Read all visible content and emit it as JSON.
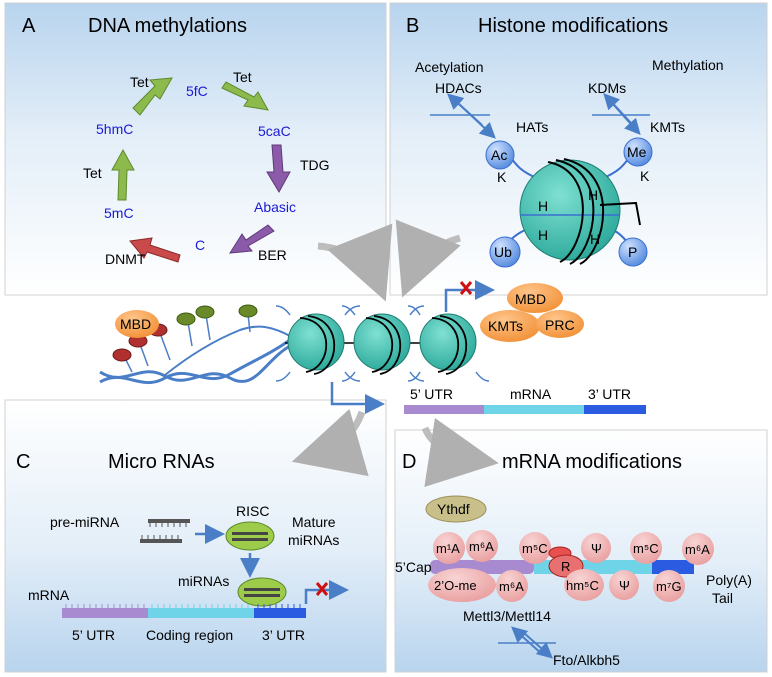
{
  "panels": {
    "a": {
      "letter": "A",
      "title": "DNA methylations",
      "cycle": {
        "fc": "5fC",
        "cac": "5caC",
        "abasic": "Abasic",
        "c": "C",
        "mc": "5mC",
        "hmc": "5hmC"
      },
      "enzymes": {
        "tet_top_left": "Tet",
        "tet_top_right": "Tet",
        "tdg": "TDG",
        "ber": "BER",
        "dnmt": "DNMT",
        "tet_left": "Tet"
      }
    },
    "b": {
      "letter": "B",
      "title": "Histone modifications",
      "acetylation": "Acetylation",
      "hdacs": "HDACs",
      "hats": "HATs",
      "methylation": "Methylation",
      "kdms": "KDMs",
      "kmts": "KMTs",
      "ac": "Ac",
      "me": "Me",
      "ub": "Ub",
      "p": "P",
      "k_left": "K",
      "k_right": "K",
      "h": "H"
    },
    "middle": {
      "mbd_left": "MBD",
      "mbd_right": "MBD",
      "kmts": "KMTs",
      "prc": "PRC",
      "utr5": "5’ UTR",
      "mrna": "mRNA",
      "utr3": "3’ UTR"
    },
    "c": {
      "letter": "C",
      "title": "Micro RNAs",
      "pre_mirna": "pre-miRNA",
      "risc": "RISC",
      "mature_1": "Mature",
      "mature_2": "miRNAs",
      "mirnas": "miRNAs",
      "mrna": "mRNA",
      "utr5": "5’ UTR",
      "coding": "Coding region",
      "utr3": "3’ UTR"
    },
    "d": {
      "letter": "D",
      "title": "mRNA modifications",
      "ythdf": "Ythdf",
      "cap": "5’Cap",
      "polya_1": "Poly(A)",
      "polya_2": "Tail",
      "writers": "Mettl3/Mettl14",
      "erasers": "Fto/Alkbh5",
      "r": "R",
      "mods_top": [
        "m¹A",
        "m⁶A",
        "m⁵C",
        "Ψ",
        "m⁵C",
        "m⁶A"
      ],
      "mods_bottom": [
        "2’O-me",
        "m⁶A",
        "hm⁵C",
        "Ψ",
        "m⁷G"
      ]
    }
  }
}
